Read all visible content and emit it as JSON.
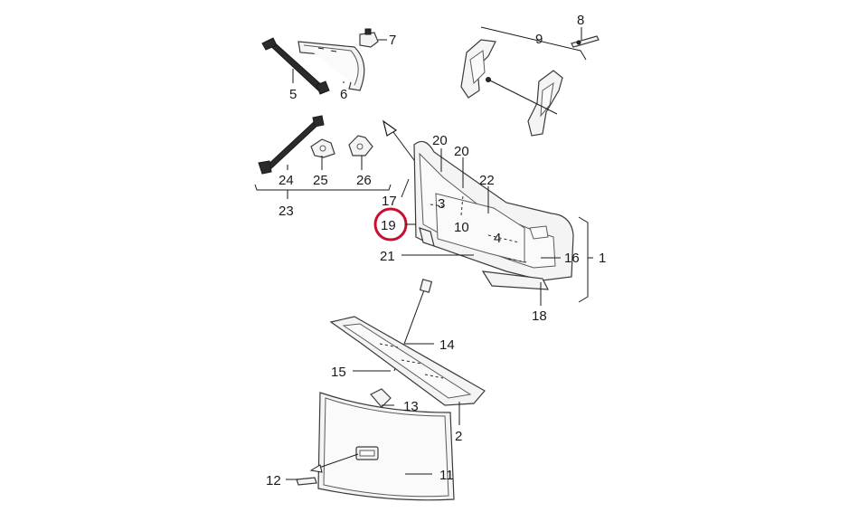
{
  "diagram": {
    "highlight_color": "#c8102e",
    "callouts": [
      {
        "id": "c1",
        "label": "1"
      },
      {
        "id": "c2",
        "label": "2"
      },
      {
        "id": "c3",
        "label": "3"
      },
      {
        "id": "c4",
        "label": "4"
      },
      {
        "id": "c5",
        "label": "5"
      },
      {
        "id": "c6",
        "label": "6"
      },
      {
        "id": "c7",
        "label": "7"
      },
      {
        "id": "c8",
        "label": "8"
      },
      {
        "id": "c9",
        "label": "9"
      },
      {
        "id": "c10",
        "label": "10"
      },
      {
        "id": "c11",
        "label": "11"
      },
      {
        "id": "c12",
        "label": "12"
      },
      {
        "id": "c13",
        "label": "13"
      },
      {
        "id": "c14",
        "label": "14"
      },
      {
        "id": "c15",
        "label": "15"
      },
      {
        "id": "c16",
        "label": "16"
      },
      {
        "id": "c17",
        "label": "17"
      },
      {
        "id": "c18",
        "label": "18"
      },
      {
        "id": "c19",
        "label": "19"
      },
      {
        "id": "c20a",
        "label": "20"
      },
      {
        "id": "c20b",
        "label": "20"
      },
      {
        "id": "c21",
        "label": "21"
      },
      {
        "id": "c22",
        "label": "22"
      },
      {
        "id": "c23",
        "label": "23"
      },
      {
        "id": "c24",
        "label": "24"
      },
      {
        "id": "c25",
        "label": "25"
      },
      {
        "id": "c26",
        "label": "26"
      }
    ]
  }
}
